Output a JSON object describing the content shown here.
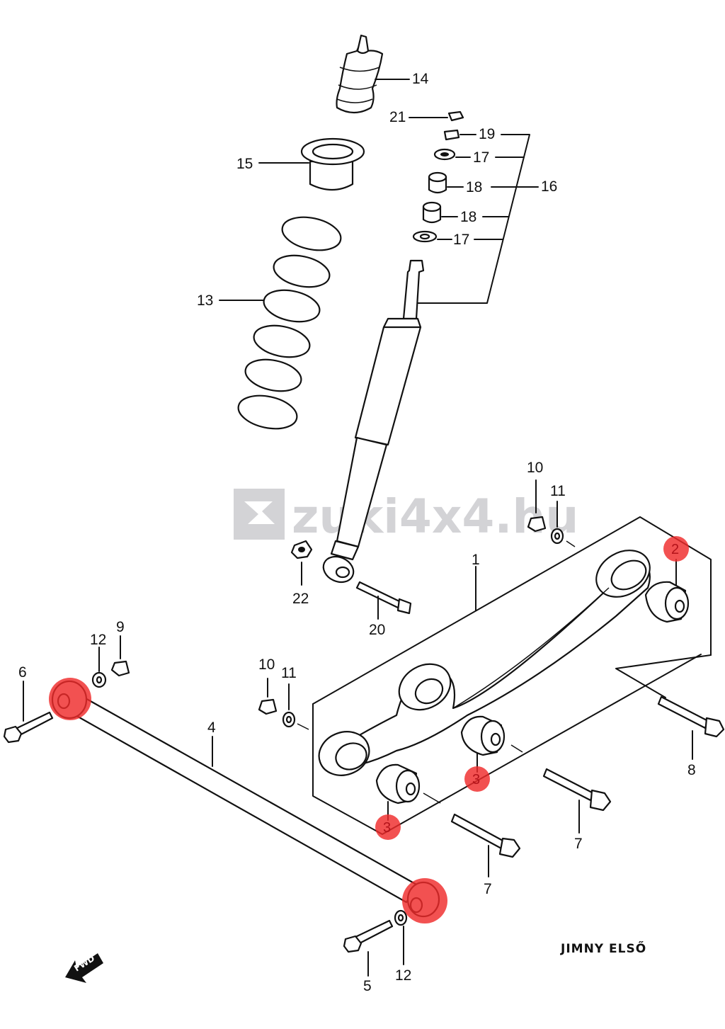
{
  "watermark": "zuki4x4.hu",
  "caption": "JIMNY ELSŐ",
  "fwd_label": "FWD",
  "accent_color": "#ef2b2b",
  "callouts": {
    "c1": "1",
    "c2": "2",
    "c3a": "3",
    "c3b": "3",
    "c4": "4",
    "c5": "5",
    "c6": "6",
    "c7a": "7",
    "c7b": "7",
    "c8": "8",
    "c9": "9",
    "c10a": "10",
    "c10b": "10",
    "c11a": "11",
    "c11b": "11",
    "c12a": "12",
    "c12b": "12",
    "c13": "13",
    "c14": "14",
    "c15": "15",
    "c16": "16",
    "c17a": "17",
    "c17b": "17",
    "c18a": "18",
    "c18b": "18",
    "c19": "19",
    "c20": "20",
    "c21": "21",
    "c22": "22"
  }
}
